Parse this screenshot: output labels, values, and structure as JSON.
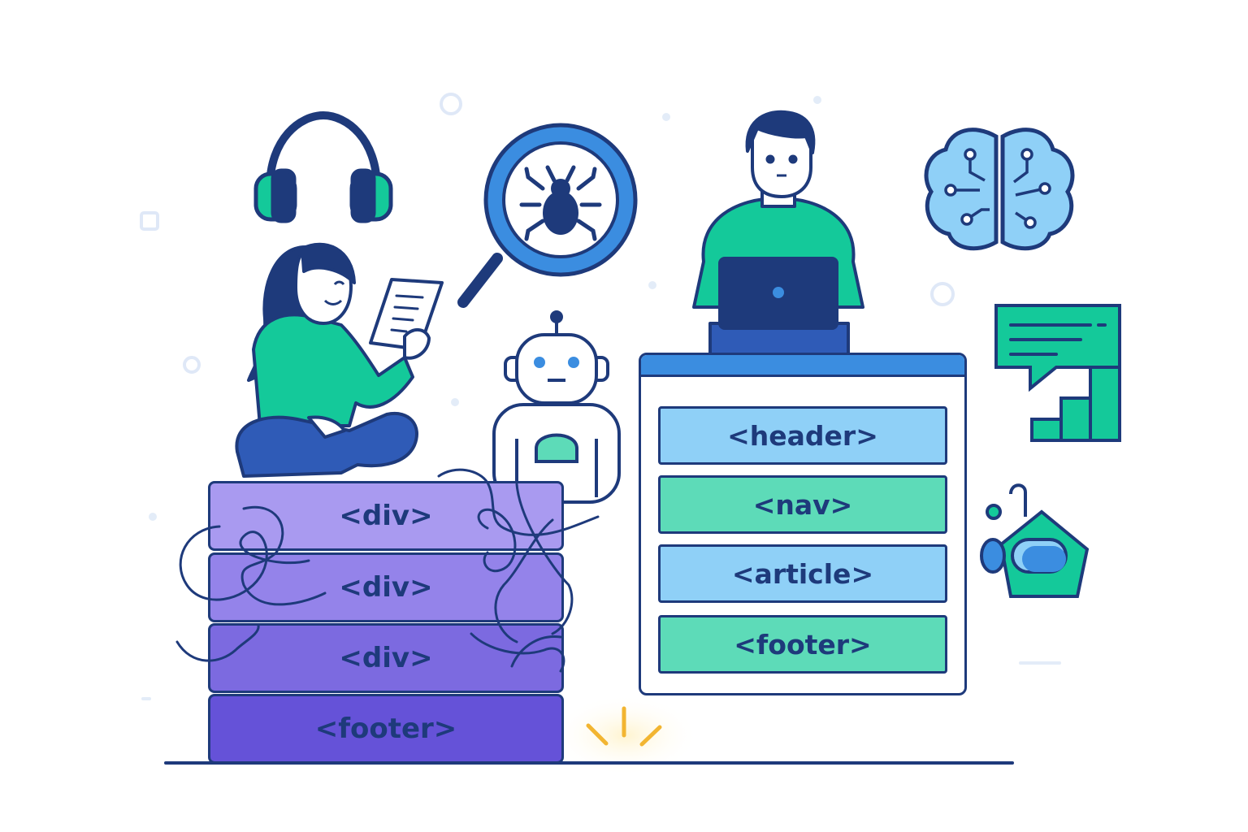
{
  "div_stack": {
    "blocks": [
      "<div>",
      "<div>",
      "<div>",
      "<footer>"
    ],
    "colors": [
      "#a99af0",
      "#9483ea",
      "#7c6ae0",
      "#6552d8"
    ]
  },
  "semantic_window": {
    "elements": [
      {
        "label": "<header>",
        "color": "blue"
      },
      {
        "label": "<nav>",
        "color": "green"
      },
      {
        "label": "<article>",
        "color": "blue"
      },
      {
        "label": "<footer>",
        "color": "green"
      }
    ]
  },
  "icons": [
    "headphones-icon",
    "bug-magnifier-icon",
    "robot-icon",
    "brain-icon",
    "chat-chart-icon",
    "robot-vacuum-icon"
  ],
  "palette": {
    "navy": "#1e3a7b",
    "green": "#14c99a",
    "blue": "#3b8de0",
    "light_blue": "#8fd0f7",
    "purple": "#7c6ae0",
    "yellow": "#f2b531"
  }
}
